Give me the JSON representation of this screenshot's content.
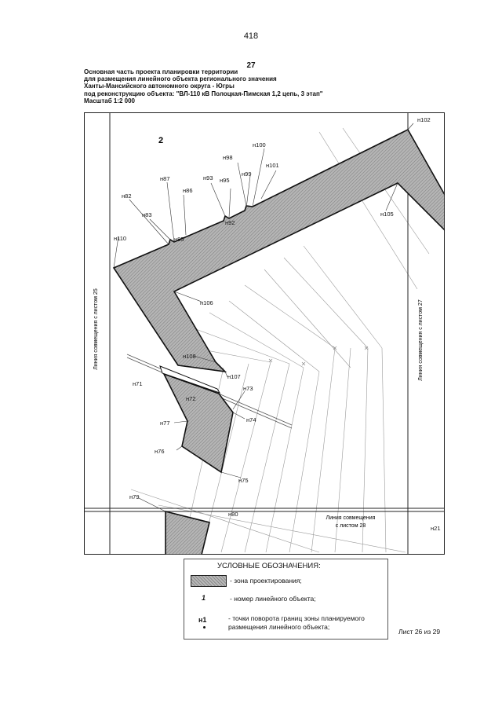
{
  "page": {
    "number": "418",
    "sheet_small": "27",
    "sheet_of": "Лист 26 из 29"
  },
  "header": {
    "line1": "Основная часть проекта планировки территории",
    "line2": "для размещения линейного объекта регионального значения",
    "line3": "Ханты-Мансийского автономного округа - Югры",
    "line4": "под реконструкцию объекта: \"ВЛ-110 кВ Полоцкая-Пимская 1,2 цепь, 3 этап\"",
    "line5": "Масштаб 1:2 000"
  },
  "map": {
    "object_number": "2",
    "match_left": "Линия совмещения с листом 25",
    "match_right": "Линия совмещения с листом 27",
    "match_bottom_1": "Линия совмещения",
    "match_bottom_2": "с листом 28",
    "colors": {
      "zone_fill": "#b5b5b5",
      "zone_hatch": "#7d7d7d",
      "line": "#222222"
    },
    "points": {
      "n102": "н102",
      "n100": "н100",
      "n98": "н98",
      "n101": "н101",
      "n99": "н99",
      "n93": "н93",
      "n95": "н95",
      "n87": "н87",
      "n86": "н86",
      "n82": "н82",
      "n83": "н83",
      "n92": "н92",
      "n85": "н85",
      "n110": "н110",
      "n105": "н105",
      "n106": "н106",
      "n108": "н108",
      "n107": "н107",
      "n71": "н71",
      "n73": "н73",
      "n72": "н72",
      "n74": "н74",
      "n77": "н77",
      "n76": "н76",
      "n75": "н75",
      "n79": "н79",
      "n80": "н80",
      "n21": "н21"
    }
  },
  "legend": {
    "title": "УСЛОВНЫЕ ОБОЗНАЧЕНИЯ:",
    "zone_label": "- зона проектирования;",
    "object_symbol": "1",
    "object_label": "-  номер линейного объекта;",
    "point_symbol": "н1",
    "point_label_1": "- точки поворота границ зоны планируемого",
    "point_label_2": "размещения линейного объекта;"
  }
}
